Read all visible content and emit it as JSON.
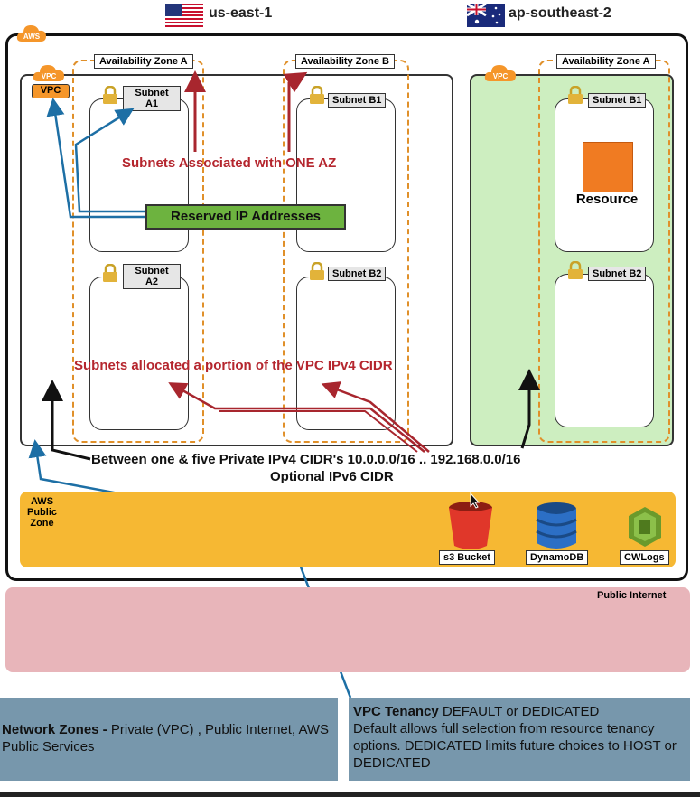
{
  "regions": {
    "us": {
      "label": "us-east-1",
      "flag_icon": "us-flag-icon"
    },
    "ap": {
      "label": "ap-southeast-2",
      "flag_icon": "australia-flag-icon"
    }
  },
  "aws_badge": "AWS",
  "vpc_us": {
    "cloud_label": "VPC",
    "tag": "VPC",
    "az_a": "Availability Zone A",
    "az_b": "Availability Zone B",
    "subnets": {
      "a1": "Subnet\nA1",
      "a2": "Subnet\nA2",
      "b1": "Subnet B1",
      "b2": "Subnet B2"
    }
  },
  "vpc_ap": {
    "cloud_label": "VPC",
    "az_a": "Availability Zone A",
    "subnets": {
      "b1": "Subnet B1",
      "b2": "Subnet B2"
    },
    "resource_label": "Resource"
  },
  "annotations": {
    "subnets_one_az": "Subnets Associated with ONE AZ",
    "reserved_ip": "Reserved IP Addresses",
    "subnets_portion": "Subnets allocated a portion of the VPC IPv4 CIDR",
    "cidr_line1": "Between one & five  Private IPv4 CIDR's 10.0.0.0/16 .. 192.168.0.0/16",
    "cidr_line2": "Optional IPv6 CIDR"
  },
  "public_zone": {
    "label": "AWS\nPublic\nZone",
    "services": [
      {
        "label": "s3 Bucket",
        "icon": "s3-bucket-icon"
      },
      {
        "label": "DynamoDB",
        "icon": "dynamodb-icon"
      },
      {
        "label": "CWLogs",
        "icon": "cloudwatch-logs-icon"
      }
    ]
  },
  "internet": {
    "label": "Public Internet"
  },
  "panels": {
    "left": {
      "title": "Network Zones - ",
      "body": "Private (VPC) , Public Internet, AWS Public Services"
    },
    "right": {
      "title": "VPC Tenancy",
      "title_suffix": " DEFAULT or DEDICATED",
      "body": "Default allows full selection from resource tenancy options. DEDICATED limits future choices to HOST or DEDICATED"
    }
  },
  "colors": {
    "aws_orange": "#f5962a",
    "red_arrow": "#a8262e",
    "blue_arrow": "#1d6fa5",
    "public_zone": "#f6b833",
    "internet": "#e8b5ba",
    "panel": "#7797ac",
    "ap_vpc": "#cdeec0",
    "resource": "#f07b22"
  }
}
